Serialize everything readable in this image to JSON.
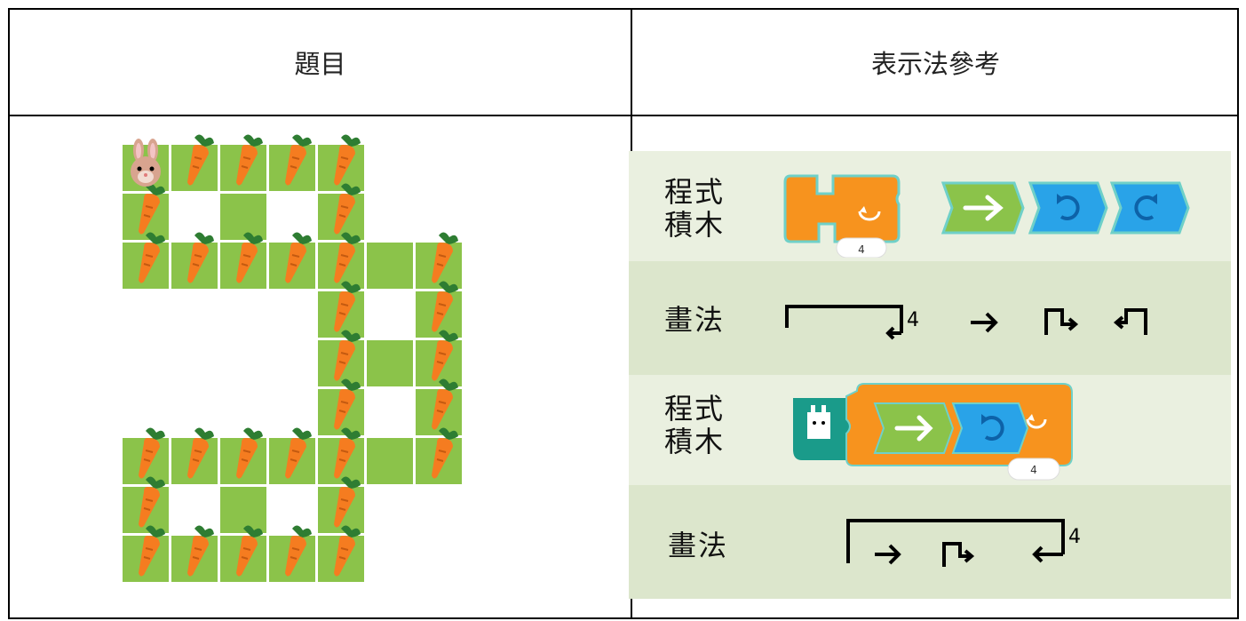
{
  "header": {
    "left_title": "題目",
    "right_title": "表示法參考"
  },
  "legend": {
    "blocks_label_1": "程式",
    "blocks_label_2": "積木",
    "drawing_label": "畫法",
    "repeat_count": "4"
  },
  "colors": {
    "grass": "#8bc34a",
    "carrot": "#f57c20",
    "leaf": "#2e7d32",
    "block_orange": "#f7931e",
    "block_green": "#8bc34a",
    "block_blue": "#29a3e8",
    "band_light": "#eaf0e0",
    "band_dark": "#dce6cc"
  },
  "icons": [
    "rabbit-icon",
    "carrot-icon",
    "arrow-right-icon",
    "turn-right-icon",
    "turn-left-icon",
    "repeat-icon"
  ]
}
